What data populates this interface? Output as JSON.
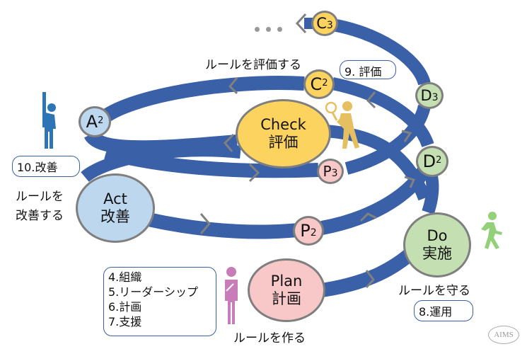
{
  "colors": {
    "spiral": "#3a60a8",
    "arrow": "#808080",
    "plan_fill": "#f8c8c8",
    "do_fill": "#c4e0b2",
    "check_fill": "#fcd35e",
    "act_fill": "#bdd7ee",
    "plan_person": "#c87cb8",
    "do_person": "#92d07a",
    "check_person": "#e6c060",
    "act_person": "#2e75b6"
  },
  "phases": {
    "plan": {
      "en": "Plan",
      "ja": "計画",
      "caption": "ルールを作る"
    },
    "do": {
      "en": "Do",
      "ja": "実施",
      "caption": "ルールを守る"
    },
    "check": {
      "en": "Check",
      "ja": "評価",
      "caption": "ルールを評価する"
    },
    "act": {
      "en": "Act",
      "ja": "改善",
      "caption_line1": "ルールを",
      "caption_line2": "改善する"
    }
  },
  "cycle_nodes": {
    "p2": {
      "letter": "P",
      "index": "2"
    },
    "p3": {
      "letter": "P",
      "index": "3"
    },
    "d2": {
      "letter": "D",
      "index": "2"
    },
    "d3": {
      "letter": "D",
      "index": "3"
    },
    "c2": {
      "letter": "C",
      "index": "2"
    },
    "c3": {
      "letter": "C",
      "index": "3"
    },
    "a2": {
      "letter": "A",
      "index": "2"
    }
  },
  "clauses": {
    "plan": [
      "4.組織",
      "5.リーダーシップ",
      "6.計画",
      "7.支援"
    ],
    "do": "8.運用",
    "check": "9. 評価",
    "act": "10.改善"
  },
  "logo": "AIMS",
  "icons": {
    "plan_person": "thinking-person-icon",
    "do_person": "walking-person-icon",
    "check_person": "magnifier-person-icon",
    "act_person": "raised-hand-person-icon",
    "continuation": "ellipsis-icon"
  }
}
